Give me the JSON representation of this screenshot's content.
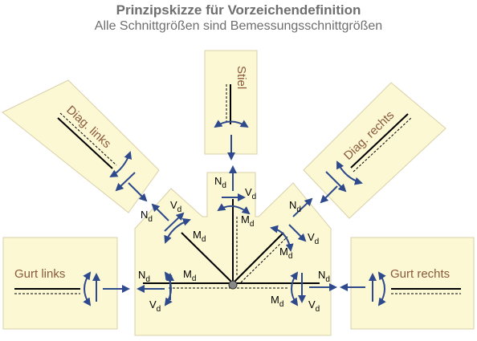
{
  "header": {
    "title": "Prinzipskizze für Vorzeichendefinition",
    "subtitle": "Alle Schnittgrößen sind Bemessungsschnittgrößen"
  },
  "members": {
    "stiel": "Stiel",
    "diag_links": "Diag. links",
    "diag_rechts": "Diag. rechts",
    "gurt_links": "Gurt links",
    "gurt_rechts": "Gurt rechts"
  },
  "forces": {
    "N": "N",
    "V": "V",
    "M": "M",
    "subscript": "d"
  },
  "colors": {
    "fill": "#fcf8d4",
    "edge": "#d8d0a8",
    "arrow": "#2e4a8c",
    "label": "#8a5a3a",
    "axis": "#000000"
  }
}
